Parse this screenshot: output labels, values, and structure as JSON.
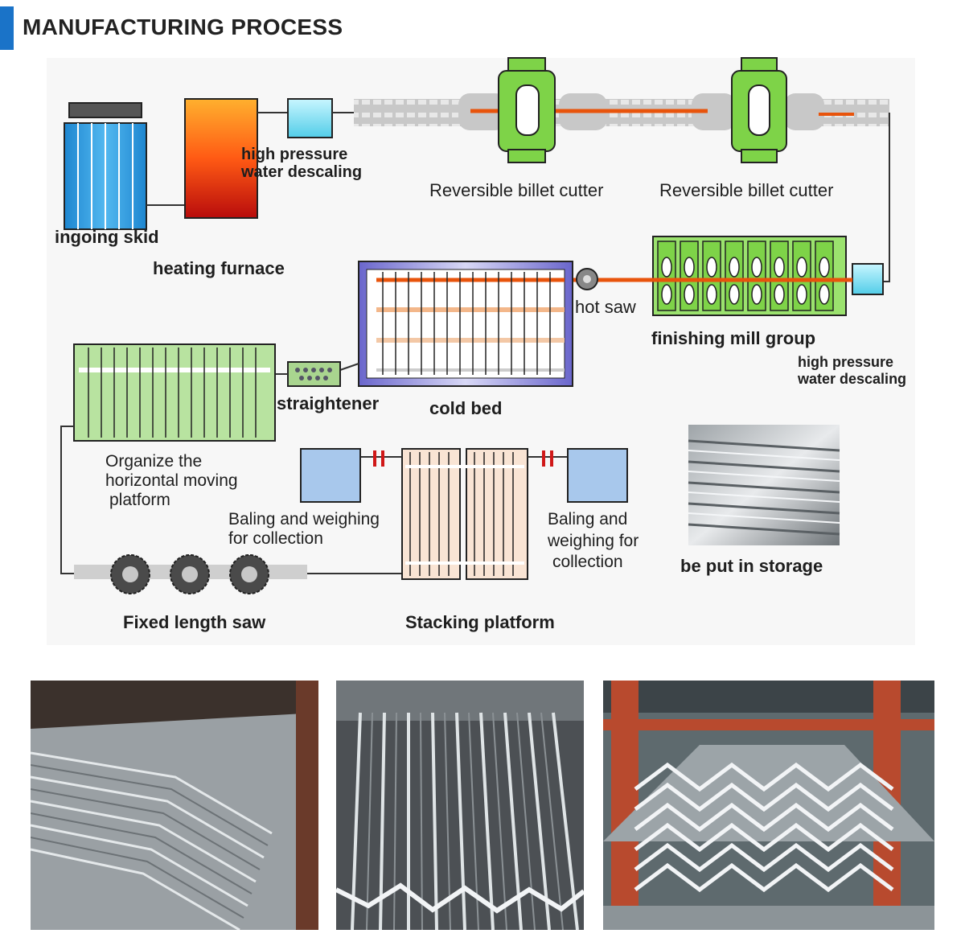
{
  "header": {
    "title": "MANUFACTURING PROCESS",
    "accent_color": "#1a73c8"
  },
  "labels": {
    "ingoing_skid": "ingoing skid",
    "heating_furnace": "heating furnace",
    "hp_descaling_1_line1": "high pressure",
    "hp_descaling_1_line2": "water descaling",
    "billet_cutter_1": "Reversible billet cutter",
    "billet_cutter_2": "Reversible billet cutter",
    "hot_saw": "hot saw",
    "finishing_mill_group": "finishing mill group",
    "hp_descaling_2_line1": "high pressure",
    "hp_descaling_2_line2": "water descaling",
    "straightener": "straightener",
    "cold_bed": "cold bed",
    "organize_line1": "Organize the",
    "organize_line2": "horizontal moving",
    "organize_line3": "platform",
    "baling_1_line1": "Baling and weighing",
    "baling_1_line2": "for collection",
    "baling_2_line1": "Baling and",
    "baling_2_line2": "weighing for",
    "baling_2_line3": "collection",
    "storage": "be put in storage",
    "fixed_length_saw": "Fixed length saw",
    "stacking_platform": "Stacking platform"
  },
  "colors": {
    "hot_bar": "#e8540c",
    "roller_green": "#7ed348",
    "furnace_top": "#ff9a1f",
    "furnace_bottom": "#c41010",
    "skid_blue": "#2f9be0",
    "descaler_cyan": "#8ee8ff",
    "cold_bed_blue": "#7a78d8",
    "organize_green": "#b8e3a0",
    "baling_blue": "#a8c8ec",
    "line": "#333333"
  },
  "photos": [
    {
      "name": "angle-bars-stack-photo-1"
    },
    {
      "name": "angle-bars-stack-photo-2"
    },
    {
      "name": "angle-bars-stack-photo-3"
    }
  ]
}
